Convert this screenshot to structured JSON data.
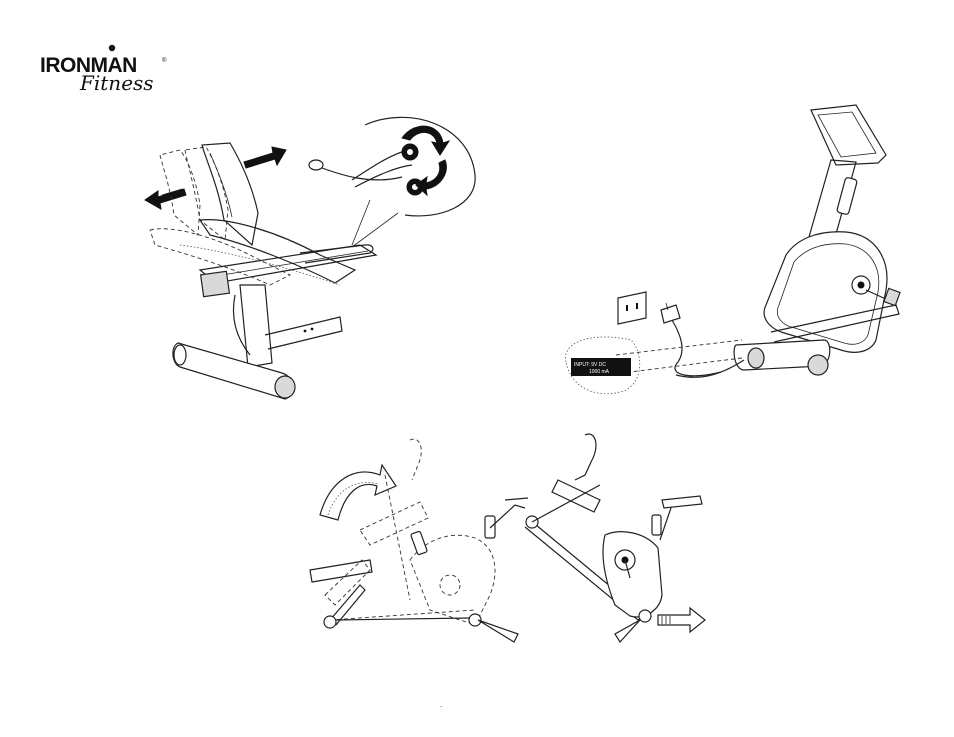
{
  "logo": {
    "wordmark": "IRONMAN",
    "reg_mark": "®",
    "script": "Fitness"
  },
  "power_label": {
    "line1": "INPUT: 9V DC",
    "line2": "1000 mA"
  },
  "footer": {
    "page_mark": "."
  },
  "colors": {
    "ink": "#111111",
    "shade": "#d9d9d9",
    "label_bg": "#111111"
  },
  "icons": {
    "seat_adjust": "seat-adjust-illustration",
    "power_adapter": "power-adapter-illustration",
    "transport": "transport-illustration"
  }
}
